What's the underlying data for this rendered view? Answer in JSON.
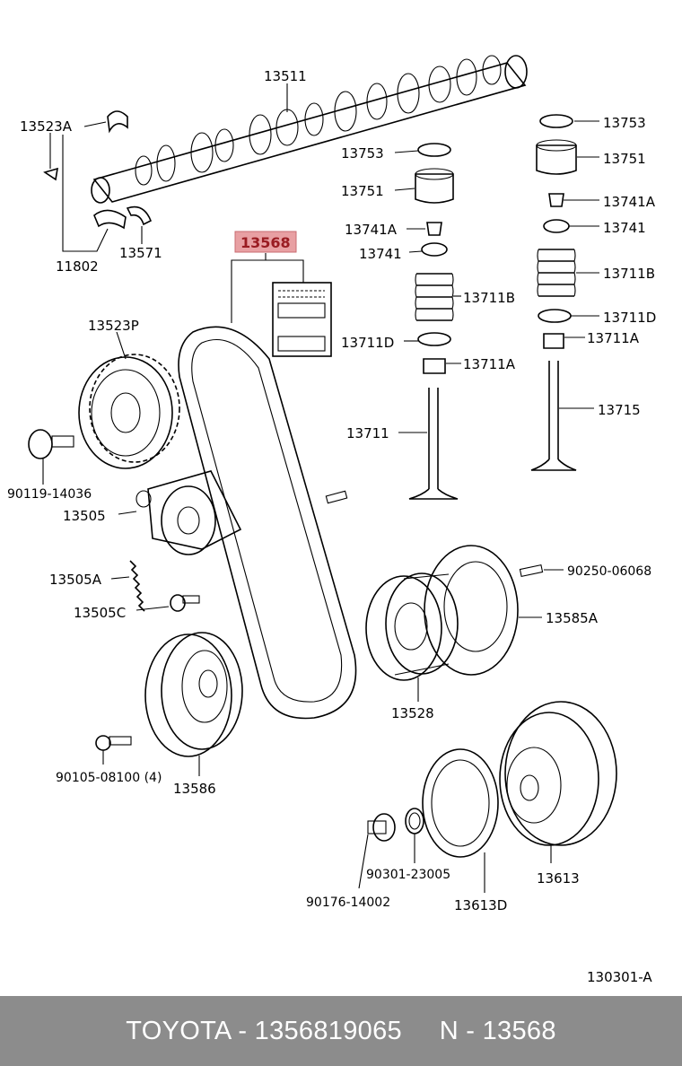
{
  "labels": {
    "camshaft": "13511",
    "cam_bearing_half": "13523A",
    "bearing_set": "11802",
    "thrust_washer": "13571",
    "belt": "13568",
    "cam_pulley": "13523P",
    "pulley_bolt": "90119-14036",
    "tensioner": "13505",
    "tension_spring": "13505A",
    "stud": "13505C",
    "idler_pulley_lower": "13586",
    "idler_bolt": "90105-08100 (4)",
    "lifter_l": "13753",
    "shim_l": "13751",
    "keeper_l": "13741A",
    "retainer_l": "13741",
    "spring_l": "13711B",
    "seat_l": "13711D",
    "seal_l": "13711A",
    "valve_intake": "13711",
    "lifter_r": "13753",
    "shim_r": "13751",
    "keeper_r": "13741A",
    "retainer_r": "13741",
    "spring_r": "13711B",
    "seat_r": "13711D",
    "seal_r": "13711A",
    "valve_exhaust": "13715",
    "pin": "90250-06068",
    "plate": "13585A",
    "crank_pulley": "13528",
    "crank_damper": "13613",
    "oil_seal": "13613D",
    "seal_ring": "90301-23005",
    "crank_bolt": "90176-14002",
    "diagram_code": "130301-A"
  },
  "footer": {
    "text": "TOYOTA - 1356819065     N - 13568"
  },
  "colors": {
    "highlight": "#e8a0a3",
    "footer_bg": "#8c8c8c"
  }
}
